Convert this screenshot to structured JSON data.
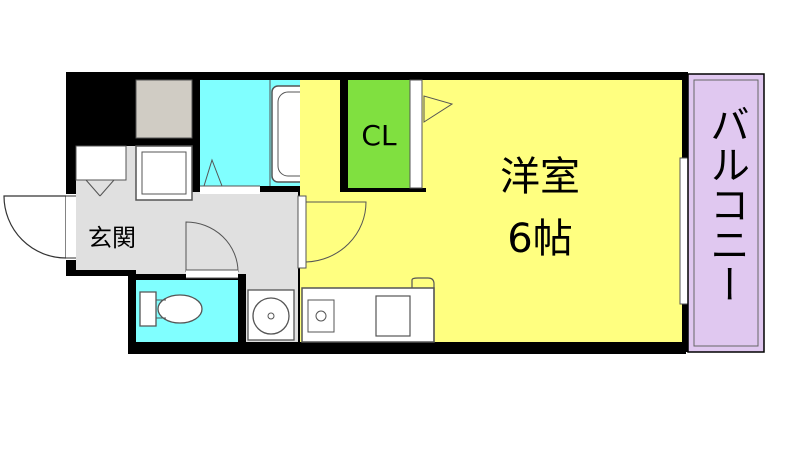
{
  "floorplan": {
    "labels": {
      "western_room": "洋室",
      "western_room_size": "6帖",
      "closet": "CL",
      "entrance": "玄関",
      "balcony": "バルコニー"
    },
    "colors": {
      "wall": "#000000",
      "western_room": "#ffff80",
      "closet": "#80e040",
      "bath": "#80ffff",
      "toilet": "#80ffff",
      "balcony": "#e0c8f0",
      "storage": "#d0ccc4",
      "hall": "#e0e0e0",
      "fixture": "#ffffff"
    }
  }
}
